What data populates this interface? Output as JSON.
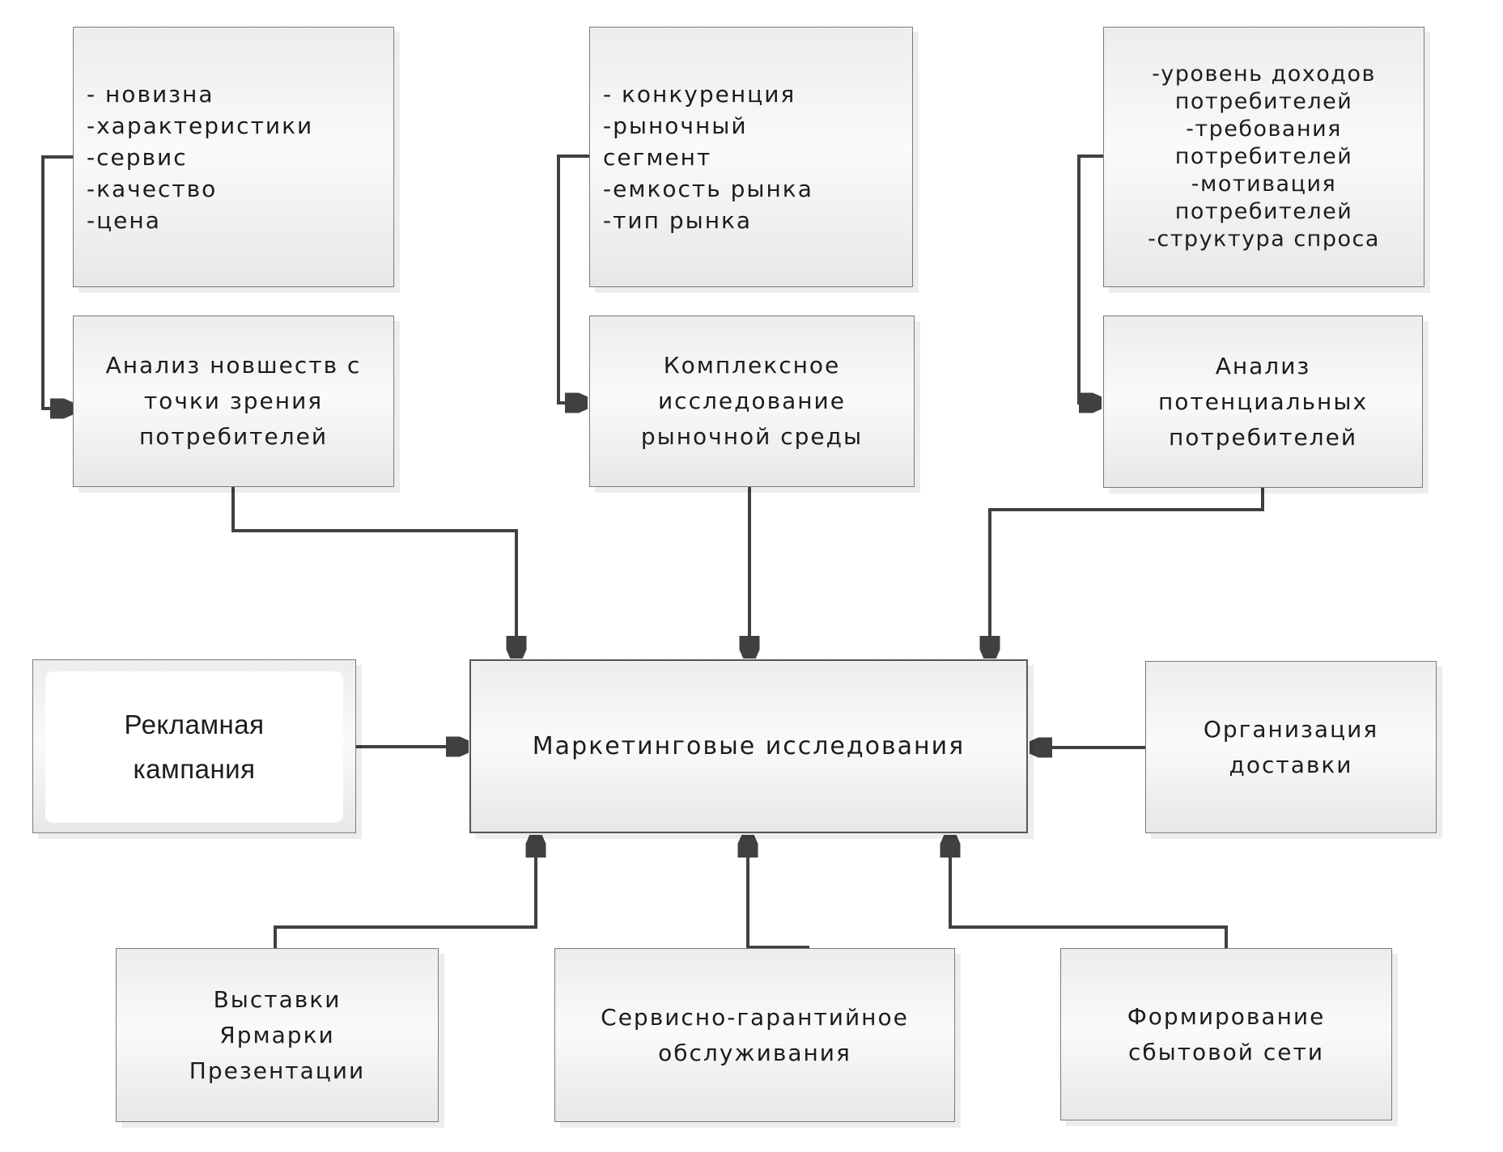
{
  "diagram": {
    "boxes": {
      "product_factors": {
        "lines": [
          "- новизна",
          "-характеристики",
          "-сервис",
          "-качество",
          "-цена"
        ]
      },
      "market_factors": {
        "lines": [
          "- конкуренция",
          "-рыночный",
          "сегмент",
          "-емкость рынка",
          "-тип рынка"
        ]
      },
      "consumer_factors": {
        "lines": [
          "-уровень доходов",
          "потребителей",
          "-требования",
          "потребителей",
          "-мотивация",
          "потребителей",
          "-структура спроса"
        ]
      },
      "novelty_analysis": {
        "lines": [
          "Анализ новшеств с",
          "точки зрения",
          "потребителей"
        ]
      },
      "complex_market_research": {
        "lines": [
          "Комплексное",
          "исследование",
          "рыночной среды"
        ]
      },
      "potential_consumers_analysis": {
        "lines": [
          "Анализ",
          "потенциальных",
          "потребителей"
        ]
      },
      "marketing_research": {
        "lines": [
          "Маркетинговые исследования"
        ]
      },
      "ad_campaign": {
        "lines": [
          "Рекламная",
          "кампания"
        ]
      },
      "delivery_organization": {
        "lines": [
          "Организация",
          "доставки"
        ]
      },
      "exhibitions": {
        "lines": [
          "Выставки",
          "Ярмарки",
          "Презентации"
        ]
      },
      "service_warranty": {
        "lines": [
          "Сервисно-гарантийное",
          "обслуживания"
        ]
      },
      "sales_network": {
        "lines": [
          "Формирование",
          "сбытовой сети"
        ]
      }
    },
    "colors": {
      "connector": "#404040",
      "box_border": "#7b7b7b",
      "center_box_border": "#565656",
      "box_background_top": "#ededed",
      "box_background_middle": "#fafafa",
      "box_background_bottom": "#e7e7e7",
      "text": "#1c1c1c"
    }
  }
}
